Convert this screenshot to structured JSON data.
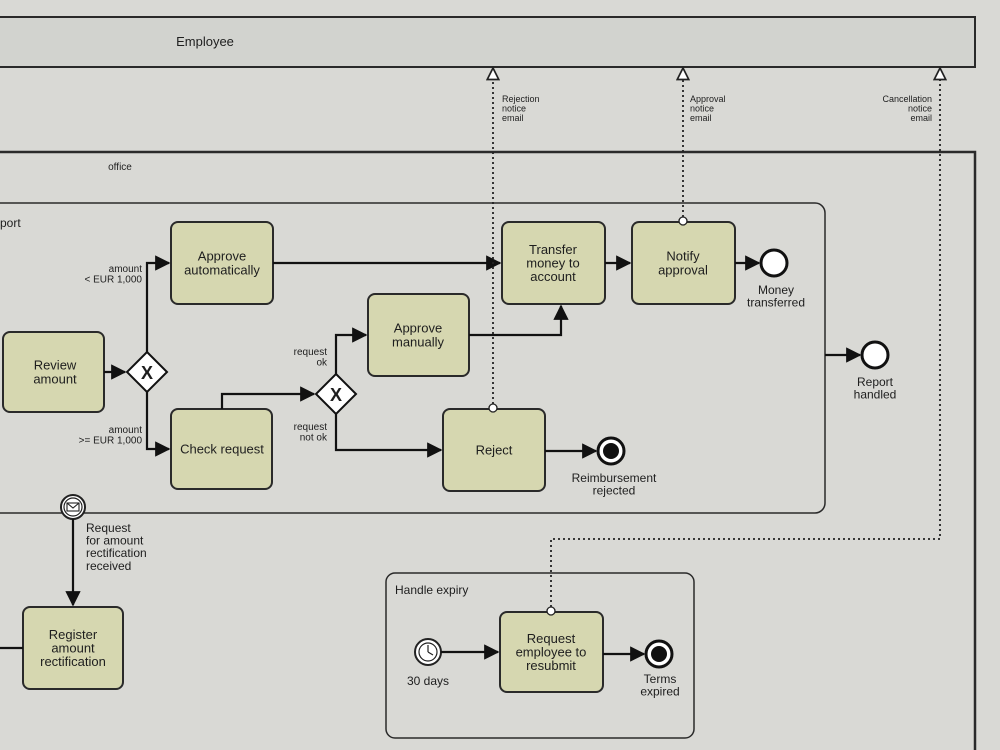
{
  "pools": {
    "employee_label": "Employee",
    "office_label": "office"
  },
  "subprocess": {
    "report_label": "port",
    "expiry_label": "Handle expiry"
  },
  "tasks": {
    "approve_auto": [
      "Approve",
      "automatically"
    ],
    "review_amount": [
      "Review",
      "amount"
    ],
    "check_request": [
      "Check request"
    ],
    "approve_manually": [
      "Approve",
      "manually"
    ],
    "transfer_money": [
      "Transfer",
      "money to",
      "account"
    ],
    "notify_approval": [
      "Notify",
      "approval"
    ],
    "reject": [
      "Reject"
    ],
    "register_rectification": [
      "Register",
      "amount",
      "rectification"
    ],
    "request_resubmit": [
      "Request",
      "employee to",
      "resubmit"
    ]
  },
  "events": {
    "money_transferred": [
      "Money",
      "transferred"
    ],
    "report_handled": [
      "Report",
      "handled"
    ],
    "reimbursement_rejected": [
      "Reimbursement",
      "rejected"
    ],
    "terms_expired": [
      "Terms",
      "expired"
    ],
    "timer_30_days": [
      "30 days"
    ],
    "rectification_received": [
      "Request",
      "for amount",
      "rectification",
      "received"
    ]
  },
  "flow_labels": {
    "amount_lt": [
      "amount",
      "< EUR 1,000"
    ],
    "amount_ge": [
      "amount",
      ">= EUR 1,000"
    ],
    "request_ok": [
      "request",
      "ok"
    ],
    "request_not_ok": [
      "request",
      "not ok"
    ]
  },
  "message_labels": {
    "rejection_email": [
      "Rejection",
      "notice",
      "email"
    ],
    "approval_email": [
      "Approval",
      "notice",
      "email"
    ],
    "cancellation_email": [
      "Cancellation",
      "notice",
      "email"
    ]
  },
  "gateway_marker": "X",
  "colors": {
    "task_fill": "#d6d7b0",
    "background": "#d9d9d5"
  }
}
